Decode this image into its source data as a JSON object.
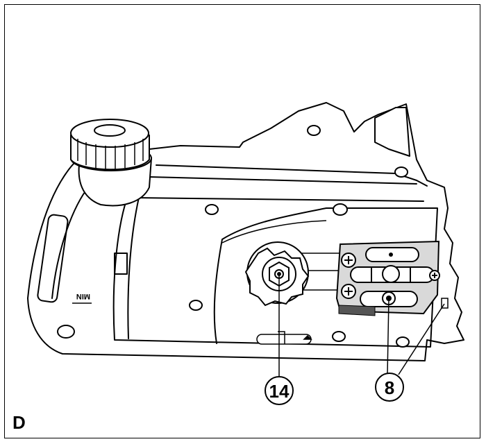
{
  "figure": {
    "panel_label": "D",
    "callouts": [
      {
        "id": "14",
        "label": "14"
      },
      {
        "id": "8",
        "label": "8"
      }
    ],
    "min_mark": "MIN"
  },
  "colors": {
    "line": "#000000",
    "plate_fill": "#d9d9d9",
    "shadow": "#555555",
    "background": "#ffffff"
  }
}
